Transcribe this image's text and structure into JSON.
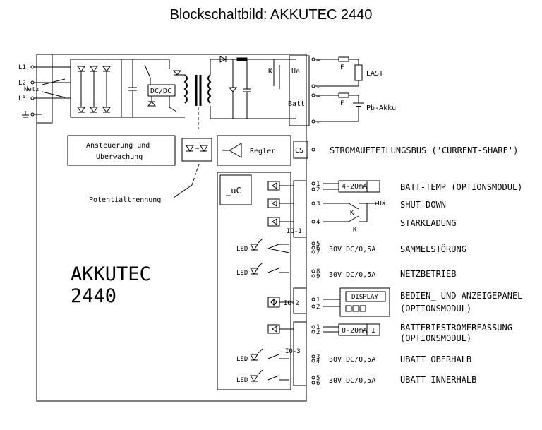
{
  "title": "Blockschaltbild: AKKUTEC 2440",
  "inputs": {
    "l1": "L1",
    "l2": "L2",
    "l3": "L3",
    "netz": "Netz"
  },
  "blocks": {
    "dcdc": "DC/DC",
    "ansteuerung_line1": "Ansteuerung und",
    "ansteuerung_line2": "Überwachung",
    "regler": "Regler",
    "uc": "_uC",
    "cs": "CS",
    "potential": "Potentialtrennung",
    "io1": "IO-1",
    "io2": "IO-2",
    "io3": "IO-3",
    "display": "DISPLAY",
    "module_name_line1": "AKKUTEC",
    "module_name_line2": "2440"
  },
  "outputs": {
    "ua": "Ua",
    "batt": "Batt",
    "k": "K",
    "f": "F",
    "last": "LAST",
    "pb_akku": "Pb-Akku",
    "plus": "+",
    "minus": "-",
    "ua_signal": "+Ua"
  },
  "signals": {
    "strom_bus": "STROMAUFTEILUNGSBUS ('CURRENT-SHARE')",
    "batt_temp_range": "4-20mA",
    "batt_temp": "BATT-TEMP (OPTIONSMODUL)",
    "shutdown": "SHUT-DOWN",
    "starkladung": "STARKLADUNG",
    "led": "LED",
    "rating": "30V DC/0,5A",
    "sammel": "SAMMELSTÖRUNG",
    "netzbetrieb": "NETZBETRIEB",
    "bedien_line1": "BEDIEN_ UND ANZEIGEPANEL",
    "bedien_line2": "(OPTIONSMODUL)",
    "current_range": "0-20mA",
    "current_symbol": "I",
    "strom_line1": "BATTERIESTROMERFASSUNG",
    "strom_line2": "(OPTIONSMODUL)",
    "ubatt_ober": "UBATT OBERHALB",
    "ubatt_inner": "UBATT INNERHALB"
  },
  "pins": [
    "1",
    "2",
    "3",
    "4",
    "5",
    "6",
    "7",
    "8",
    "9"
  ]
}
